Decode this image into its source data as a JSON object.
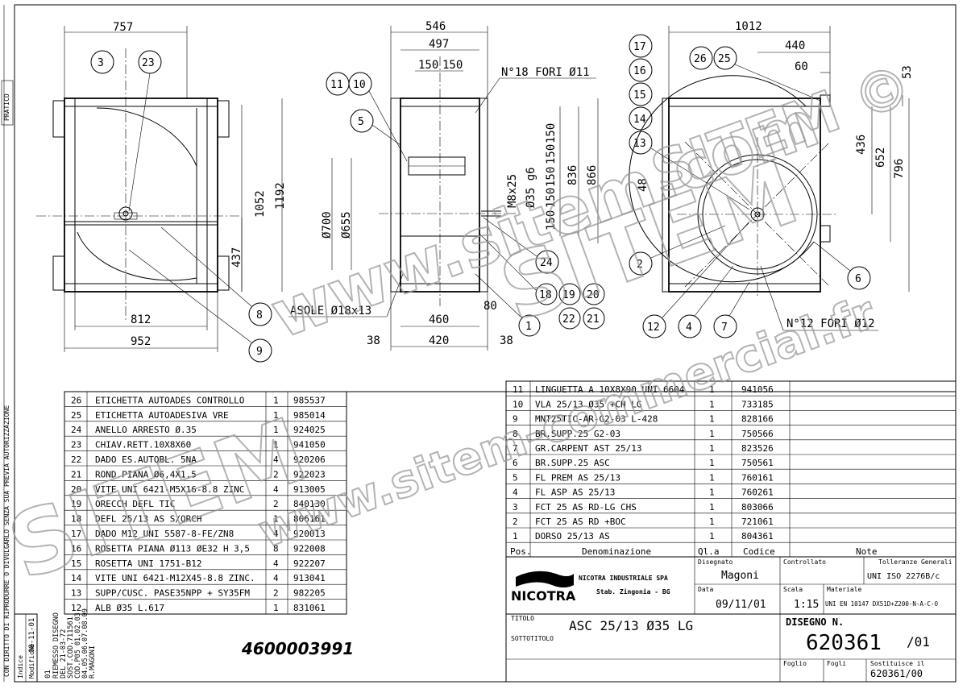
{
  "sheet": {
    "side_label": "PRATICO",
    "rotated_notice": "CON DIRITTO DI RIPRODURRE O DIVULGARLO SENZA SUA PREVIA AUTORIZZAZIONE",
    "article_code": "4600003991"
  },
  "views": {
    "left": {
      "dims": [
        "757",
        "1052",
        "1192",
        "437",
        "812",
        "952"
      ],
      "balloons": [
        "3",
        "23",
        "8",
        "9"
      ]
    },
    "middle": {
      "dims": [
        "546",
        "497",
        "150",
        "150",
        "Ø700",
        "Ø655",
        "M8x25",
        "Ø35 g6",
        "150",
        "150",
        "150",
        "150",
        "150",
        "836",
        "866",
        "80",
        "460",
        "420",
        "38",
        "38"
      ],
      "notes": [
        "N°18 FORI Ø11",
        "ASOLE Ø18x13"
      ],
      "balloons": [
        "11",
        "10",
        "5",
        "24",
        "18",
        "19",
        "20",
        "22",
        "21",
        "1"
      ]
    },
    "right": {
      "dims": [
        "1012",
        "440",
        "60",
        "53",
        "436",
        "652",
        "796",
        "48"
      ],
      "notes": [
        "N°12 FORI Ø12"
      ],
      "balloons": [
        "17",
        "16",
        "15",
        "14",
        "13",
        "26",
        "25",
        "2",
        "12",
        "4",
        "7",
        "6"
      ]
    }
  },
  "bom_left": [
    {
      "pos": "26",
      "desc": "ETICHETTA AUTOADES CONTROLLO",
      "qty": "1",
      "code": "985537"
    },
    {
      "pos": "25",
      "desc": "ETICHETTA AUTOADESIVA VRE",
      "qty": "1",
      "code": "985014"
    },
    {
      "pos": "24",
      "desc": "ANELLO ARRESTO Ø.35",
      "qty": "1",
      "code": "924025"
    },
    {
      "pos": "23",
      "desc": "CHIAV.RETT.10X8X60",
      "qty": "1",
      "code": "941050"
    },
    {
      "pos": "22",
      "desc": "DADO ES.AUTOBL. 5NA",
      "qty": "4",
      "code": "920206"
    },
    {
      "pos": "21",
      "desc": "ROND.PIANA Ø6,4X1,5",
      "qty": "2",
      "code": "922023"
    },
    {
      "pos": "20",
      "desc": "VITE UNI 6421-M5X16-8.8 ZINC",
      "qty": "4",
      "code": "913005"
    },
    {
      "pos": "19",
      "desc": "ORECCH DEFL TIC",
      "qty": "2",
      "code": "840130"
    },
    {
      "pos": "18",
      "desc": "DEFL 25/13 AS S/ORCH",
      "qty": "1",
      "code": "806161"
    },
    {
      "pos": "17",
      "desc": "DADO M12 UNI 5587-8-FE/ZN8",
      "qty": "4",
      "code": "920013"
    },
    {
      "pos": "16",
      "desc": "ROSETTA PIANA Ø113 ØE32 H 3,5",
      "qty": "8",
      "code": "922008"
    },
    {
      "pos": "15",
      "desc": "ROSETTA UNI 1751-B12",
      "qty": "4",
      "code": "922207"
    },
    {
      "pos": "14",
      "desc": "VITE UNI 6421-M12X45-8.8 ZINC.",
      "qty": "4",
      "code": "913041"
    },
    {
      "pos": "13",
      "desc": "SUPP/CUSC. PASE35NPP + SY35FM",
      "qty": "2",
      "code": "982205"
    },
    {
      "pos": "12",
      "desc": "ALB Ø35 L.617",
      "qty": "1",
      "code": "831061"
    }
  ],
  "bom_right": [
    {
      "pos": "11",
      "desc": "LINGUETTA A 10X8X90 UNI 6604",
      "qty": "1",
      "code": "941056"
    },
    {
      "pos": "10",
      "desc": "VLA 25/13 Ø35 +CH LG",
      "qty": "1",
      "code": "733185"
    },
    {
      "pos": "9",
      "desc": "MNT25TIC-AR-G2-03 L-428",
      "qty": "1",
      "code": "828166"
    },
    {
      "pos": "8",
      "desc": "BR.SUPP.25 G2-03",
      "qty": "1",
      "code": "750566"
    },
    {
      "pos": "7",
      "desc": "GR.CARPENT AST 25/13",
      "qty": "1",
      "code": "823526"
    },
    {
      "pos": "6",
      "desc": "BR.SUPP.25 ASC",
      "qty": "1",
      "code": "750561"
    },
    {
      "pos": "5",
      "desc": "FL PREM AS 25/13",
      "qty": "1",
      "code": "760161"
    },
    {
      "pos": "4",
      "desc": "FL ASP AS 25/13",
      "qty": "1",
      "code": "760261"
    },
    {
      "pos": "3",
      "desc": "FCT 25 AS RD-LG CHS",
      "qty": "1",
      "code": "803066"
    },
    {
      "pos": "2",
      "desc": "FCT 25 AS RD +BOC",
      "qty": "1",
      "code": "721061"
    },
    {
      "pos": "1",
      "desc": "DORSO 25/13 AS",
      "qty": "1",
      "code": "804361"
    }
  ],
  "bom_header": {
    "pos": "Pos.",
    "desc": "Denominazione",
    "qty": "Ql.a",
    "code": "Codice",
    "note": "Note"
  },
  "title_block": {
    "company": "NICOTRA INDUSTRIALE SPA",
    "plant": "Stab. Zingonia - BG",
    "logo_text": "NICOTRA",
    "lbl_drawn": "Disegnato",
    "drawn_by": "Magoni",
    "lbl_checked": "Controllato",
    "lbl_tolerance": "Tolleranze Generali",
    "tolerance": "UNI ISO 2276B/c",
    "lbl_date": "Data",
    "date": "09/11/01",
    "lbl_scale": "Scala",
    "scale": "1:15",
    "lbl_material": "Materiale",
    "material": "UNI EN 10147 DX51D+Z200-N-A-C-O",
    "lbl_title": "TITOLO",
    "title": "ASC 25/13 Ø35 LG",
    "lbl_subtitle": "SOTTOTITOLO",
    "lbl_number": "DISEGNO N.",
    "number": "620361",
    "revision": "/01",
    "lbl_sheet": "Foglio",
    "lbl_sheets": "Fogli",
    "lbl_replaces": "Sostituisce il",
    "replaces": "620361/00"
  },
  "revisions": {
    "lbl_index": "Indice",
    "lbl_changes": "Modifiche",
    "index": "01",
    "date": "08-11-01",
    "lines": [
      "RIEMESSO DISEGNO",
      "DEL 21-03-72",
      "SOST.COD.711561",
      "COD.P05 01.02.03",
      "04.05.06.07.08.09",
      "R.MAGONI"
    ]
  },
  "watermarks": [
    "www.sitem.com",
    "www.sitem-commercial.fr",
    "SITEM",
    "SITEM",
    "SITEM ©"
  ]
}
